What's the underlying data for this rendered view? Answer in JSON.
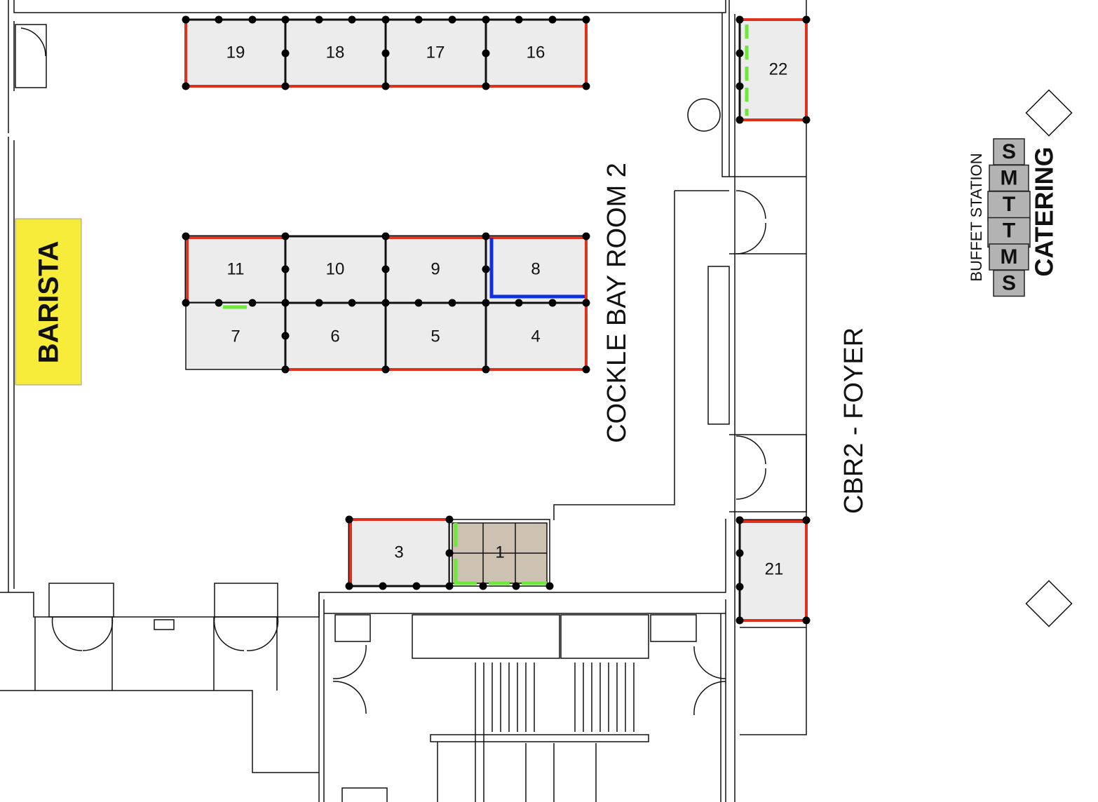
{
  "title": "Cockle Bay Room 2 floor plan",
  "rooms": {
    "main": "COCKLE BAY ROOM 2",
    "foyer": "CBR2 - FOYER"
  },
  "barista": "BARISTA",
  "catering": {
    "label": "CATERING",
    "station_label": "BUFFET STATION",
    "station_items": [
      "S",
      "M",
      "T",
      "T",
      "M",
      "S"
    ]
  },
  "booths": {
    "b1": "1",
    "b3": "3",
    "b4": "4",
    "b5": "5",
    "b6": "6",
    "b7": "7",
    "b8": "8",
    "b9": "9",
    "b10": "10",
    "b11": "11",
    "b16": "16",
    "b17": "17",
    "b18": "18",
    "b19": "19",
    "b21": "21",
    "b22": "22"
  },
  "colors": {
    "booked": "#e0301e",
    "blue": "#1030e0",
    "green": "#6ee83a",
    "barista": "#f7ec3a",
    "tan": "#cdc1b2"
  }
}
